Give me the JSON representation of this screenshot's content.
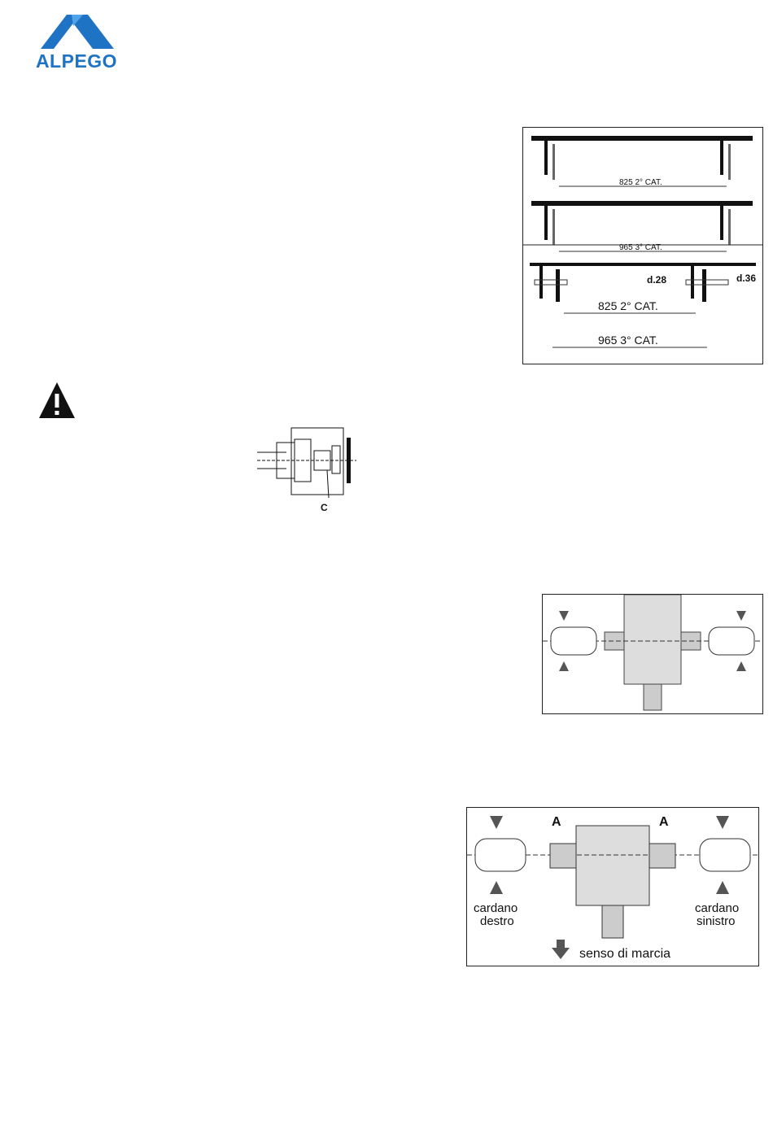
{
  "header": {
    "logo_text": "ALPEGO",
    "brand_color": "#1f73c4"
  },
  "figure_hitch": {
    "top_dim_label": "825  2° CAT.",
    "mid_dim_label": "965  3° CAT.",
    "pin_small": "d.28",
    "pin_large": "d.36",
    "lower_dim_2": "825   2° CAT.",
    "lower_dim_3": "965   3° CAT."
  },
  "warning": {
    "icon": "warning-triangle-icon"
  },
  "figure_pto": {
    "callout": "C"
  },
  "figure_gearbox_1": {},
  "figure_gearbox_2": {
    "label_a_left": "A",
    "label_a_right": "A",
    "left_caption_1": "cardano",
    "left_caption_2": "destro",
    "right_caption_1": "cardano",
    "right_caption_2": "sinistro",
    "direction_caption": "senso di marcia"
  }
}
